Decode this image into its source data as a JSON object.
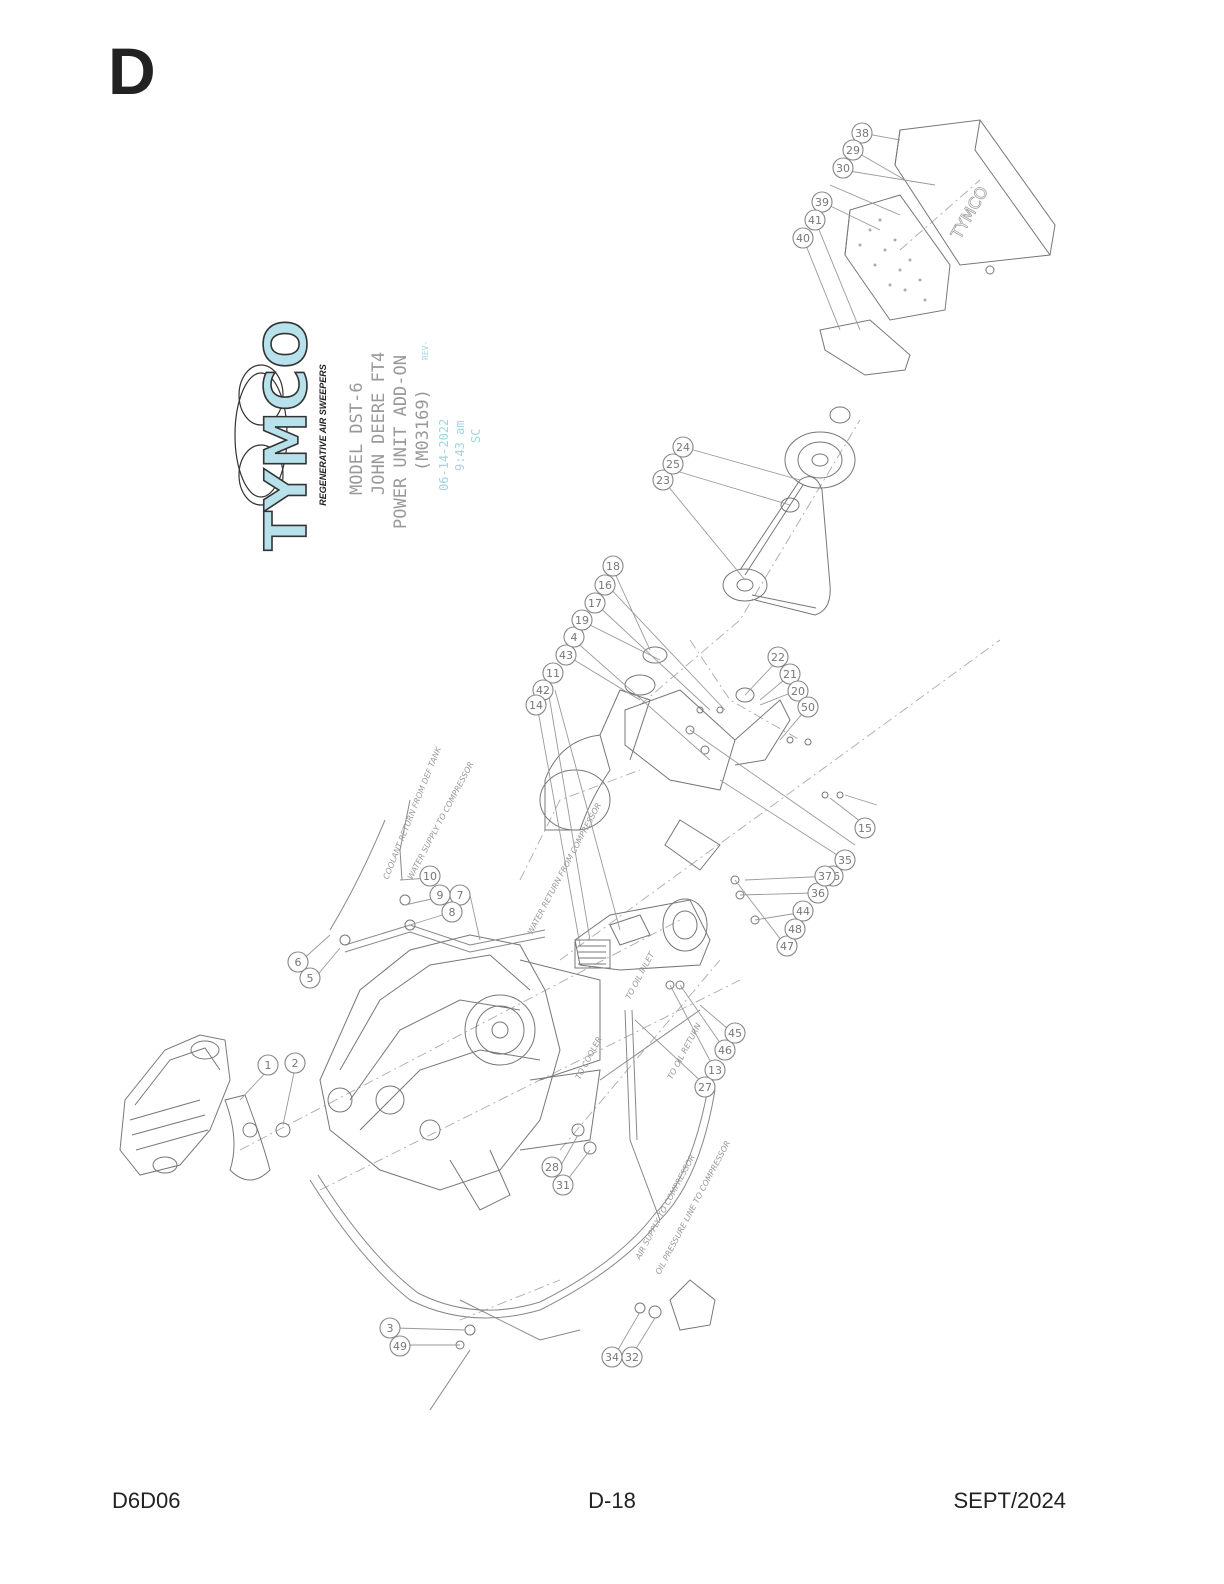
{
  "page": {
    "section_letter": "D",
    "footer": {
      "left": "D6D06",
      "center": "D-18",
      "right": "SEPT/2024"
    }
  },
  "logo": {
    "brand": "TYMCO",
    "tagline": "REGENERATIVE AIR SWEEPERS"
  },
  "title_block": {
    "line1": "MODEL DST-6",
    "line2": "JOHN DEERE FT4",
    "line3": "POWER UNIT ADD-ON",
    "line4": "(M03169)",
    "rev": "REV-",
    "date": "06-14-2022",
    "time": "9:43 am",
    "initials": "SC"
  },
  "hose_labels": {
    "coolant_return": "COOLANT RETURN FROM DEF TANK",
    "water_supply": "WATER SUPPLY TO COMPRESSOR",
    "water_return": "WATER RETURN FROM COMPRESSOR",
    "to_cooler": "TO COOLER",
    "to_oil_inlet": "TO OIL INLET",
    "to_oil_return": "TO OIL RETURN",
    "air_supply": "AIR SUPPLY TO COMPRESSOR",
    "oil_pressure": "OIL PRESSURE LINE TO COMPRESSOR"
  },
  "callouts": [
    "1",
    "2",
    "3",
    "49",
    "5",
    "6",
    "7",
    "8",
    "9",
    "10",
    "11",
    "42",
    "43",
    "4",
    "14",
    "13",
    "46",
    "45",
    "27",
    "28",
    "31",
    "32",
    "34",
    "19",
    "17",
    "16",
    "18",
    "22",
    "21",
    "20",
    "50",
    "15",
    "26",
    "35",
    "36",
    "37",
    "44",
    "47",
    "48",
    "23",
    "25",
    "24",
    "38",
    "29",
    "30",
    "39",
    "41",
    "40"
  ]
}
